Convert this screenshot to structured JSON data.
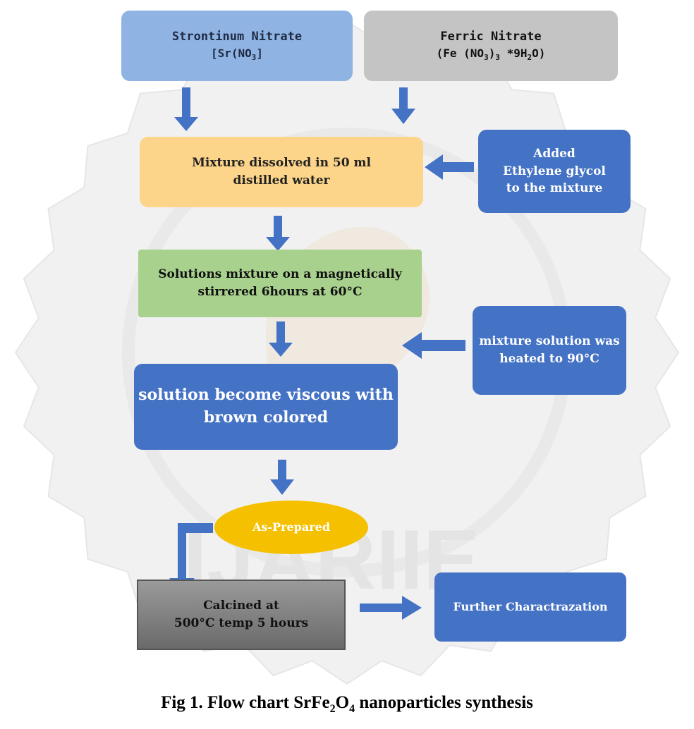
{
  "watermark": {
    "text": "IJARIIE"
  },
  "nodes": {
    "strontium": {
      "line1": "Strontinum Nitrate",
      "line2_prefix": "[Sr(NO",
      "line2_sub": "3",
      "line2_suffix": "]"
    },
    "ferric": {
      "line1": "Ferric Nitrate",
      "line2_prefix": "(Fe (NO",
      "line2_sub1": "3",
      "line2_mid": ")",
      "line2_sub2": "3",
      "line2_mid2": " *9H",
      "line2_sub3": "2",
      "line2_suffix": "O)"
    },
    "mixture": {
      "line1": "Mixture dissolved in 50 ml",
      "line2": "distilled water"
    },
    "ethylene": {
      "line1": "Added",
      "line2": "Ethylene glycol",
      "line3": "to the mixture"
    },
    "stirred": {
      "line1": "Solutions mixture on a magnetically",
      "line2": "stirrered 6hours at 60°C"
    },
    "heated": {
      "line1": "mixture solution was",
      "line2": "heated to 90°C"
    },
    "viscous": {
      "line1": "solution become viscous with",
      "line2": "brown colored"
    },
    "prepared": {
      "label": "As-Prepared"
    },
    "calcined": {
      "line1": "Calcined  at",
      "line2": "500°C temp  5 hours"
    },
    "further": {
      "label": "Further Charactrazation"
    }
  },
  "caption": {
    "prefix": "Fig 1. Flow chart SrFe",
    "sub1": "2",
    "mid": "O",
    "sub2": "4",
    "suffix": " nanoparticles synthesis"
  },
  "colors": {
    "blue_box": "#4472c4",
    "light_blue_box": "#8fb4e3",
    "grey_box": "#c4c4c4",
    "peach_box": "#fdd58a",
    "green_box": "#a9d18e",
    "dark_grey_box": "#7f7f7f",
    "gold_ellipse": "#f5c000",
    "arrow": "#4472c4"
  }
}
